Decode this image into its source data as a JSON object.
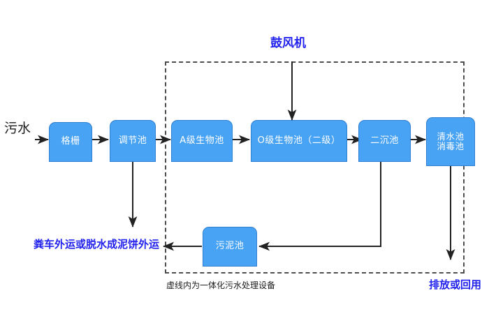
{
  "diagram": {
    "title_note": "虚线内为一体化污水处理设备",
    "colors": {
      "box_fill": "#49A3F5",
      "box_border": "#2F7FD0",
      "box_text": "#ffffff",
      "blue_text": "#2222ee",
      "black_text": "#1a1a1a",
      "dashed_border": "#4d4d4d",
      "arrow": "#222222",
      "background": "#ffffff"
    },
    "boxes": [
      {
        "id": "grille",
        "label": "格栅"
      },
      {
        "id": "regulating",
        "label": "调节池"
      },
      {
        "id": "a-stage",
        "label": "A级生物池"
      },
      {
        "id": "o-stage",
        "label": "O级生物池（二级）"
      },
      {
        "id": "secondary",
        "label": "二沉池"
      },
      {
        "id": "clearwater",
        "label": "清水池\n消毒池"
      },
      {
        "id": "sludge",
        "label": "污泥池"
      }
    ],
    "labels": {
      "influent": "污水",
      "blower": "鼓风机",
      "sludge_disposal": "粪车外运或脱水成泥饼外运",
      "effluent": "排放或回用",
      "enclosure_caption": "虚线内为一体化污水处理设备"
    }
  }
}
